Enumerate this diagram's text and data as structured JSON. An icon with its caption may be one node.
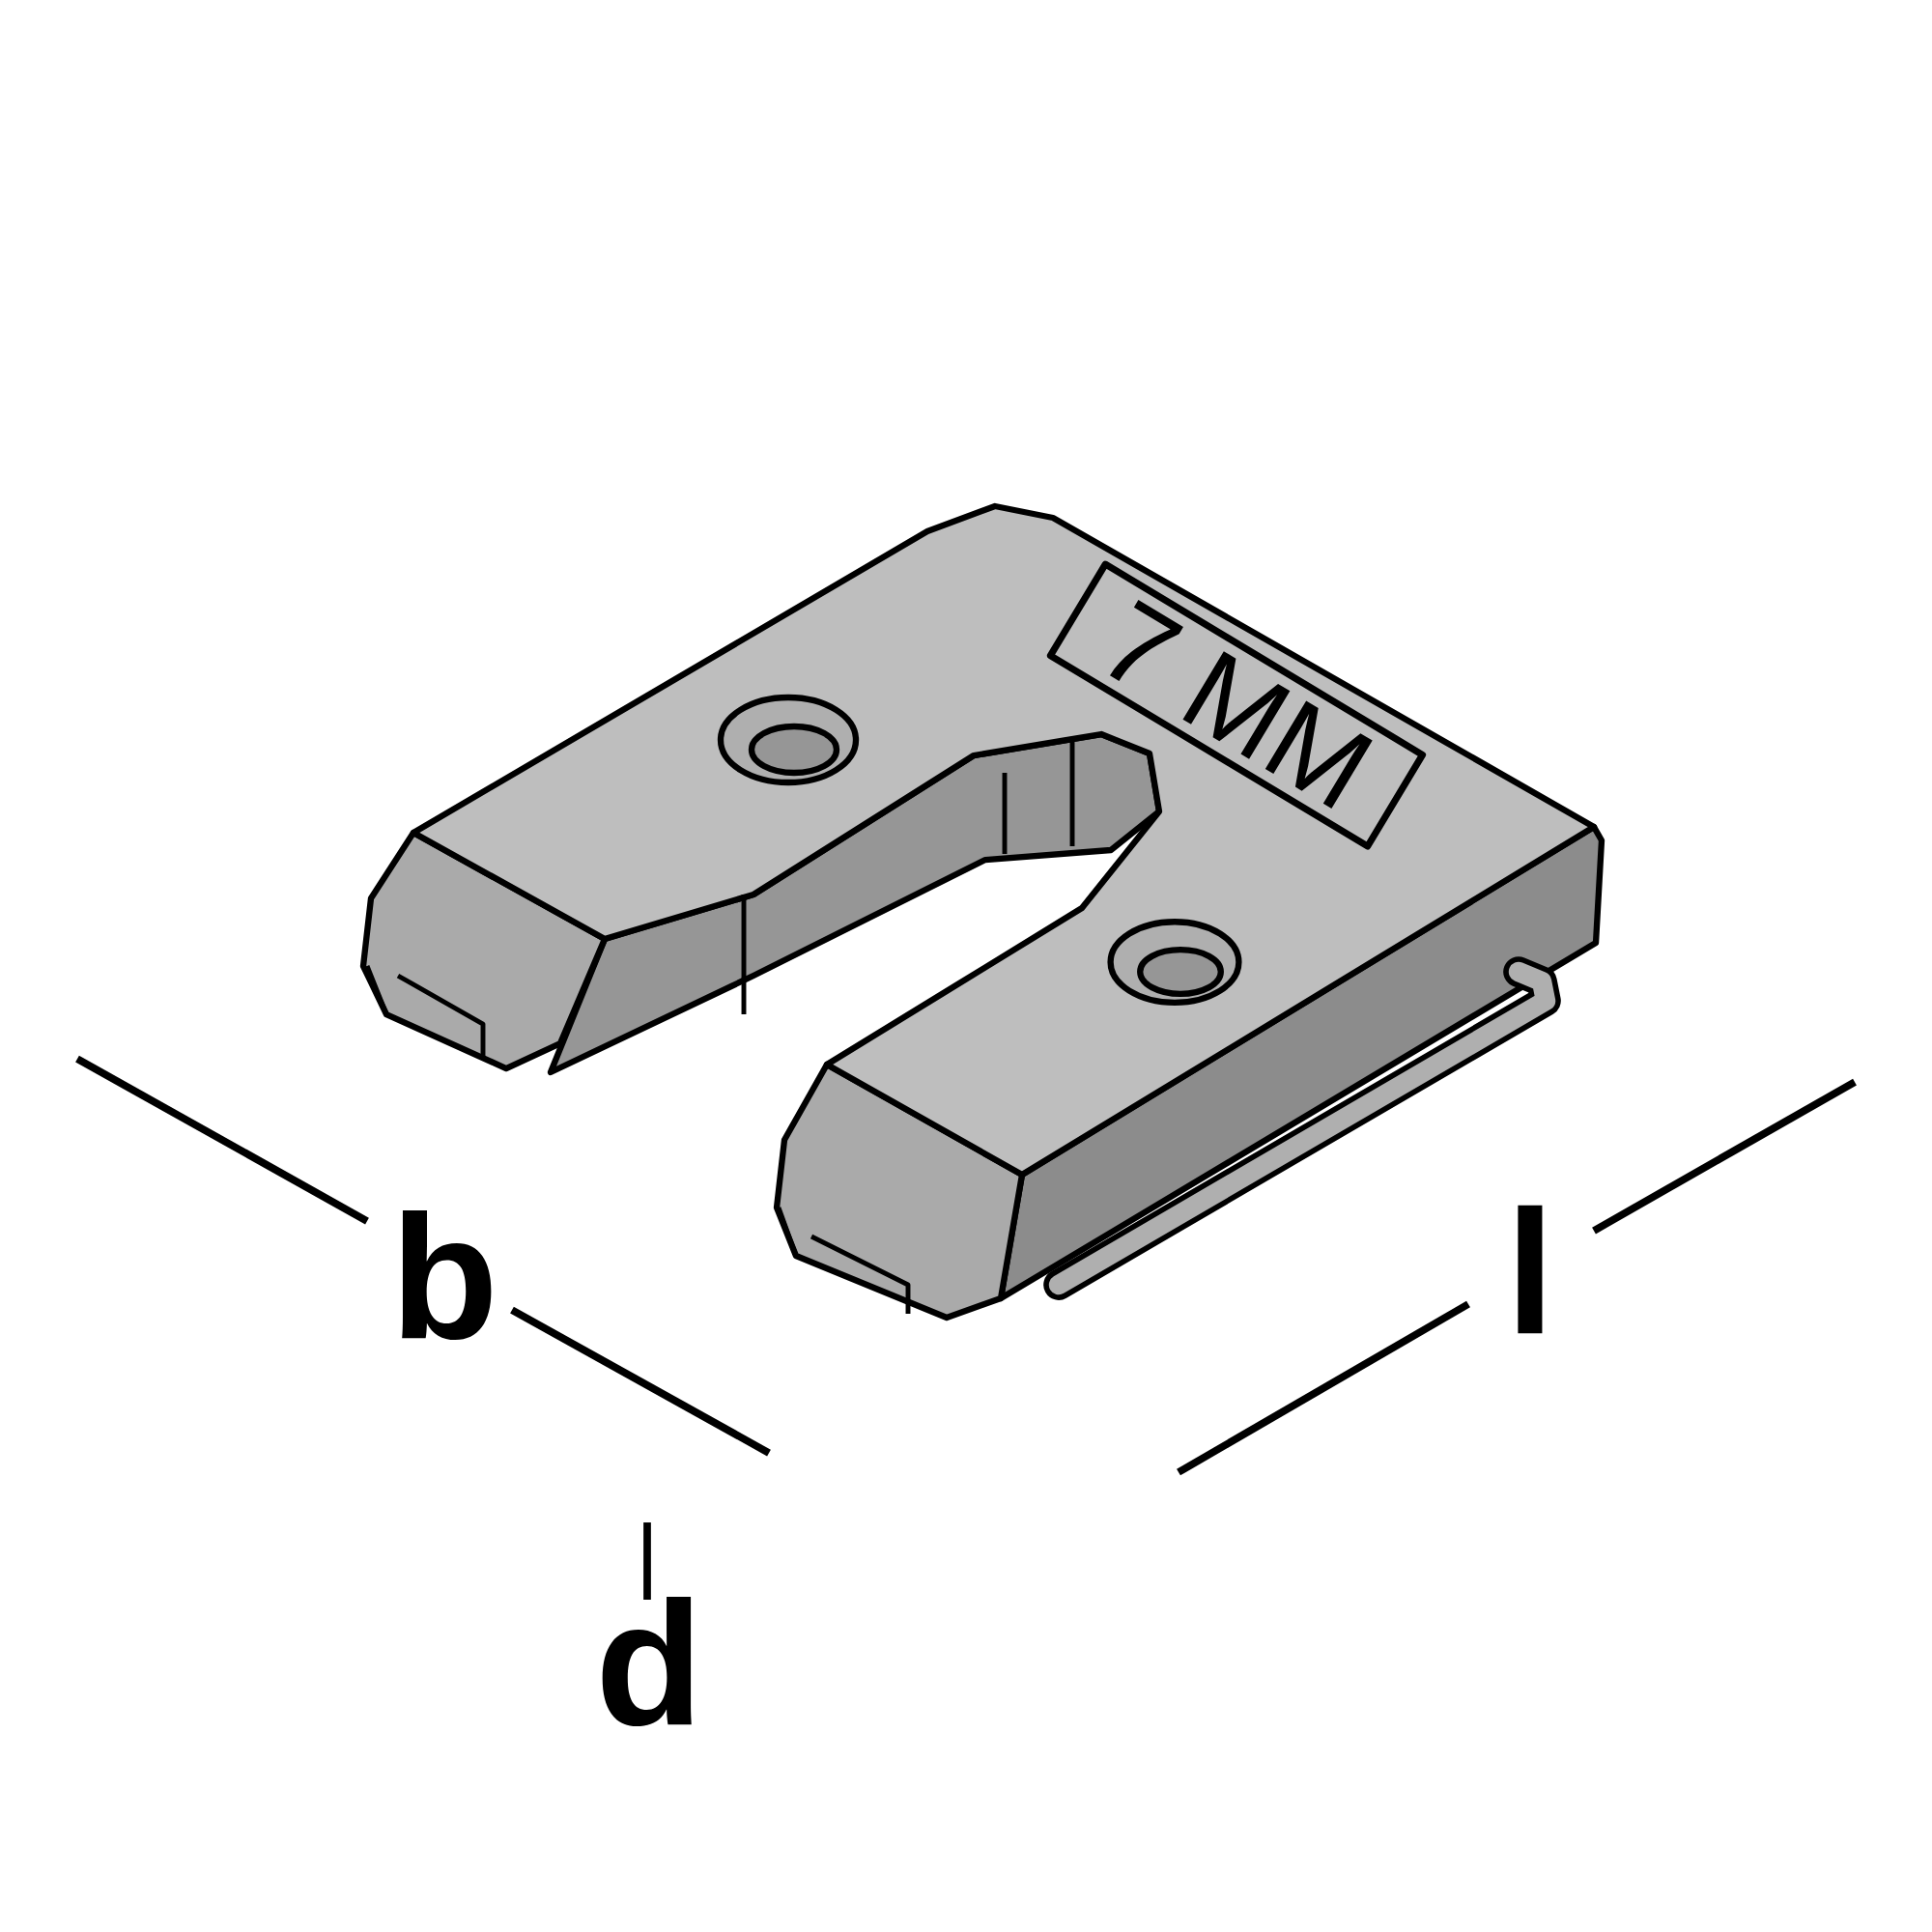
{
  "diagram": {
    "labels": [
      "7 MM",
      "b",
      "l",
      "d"
    ]
  }
}
